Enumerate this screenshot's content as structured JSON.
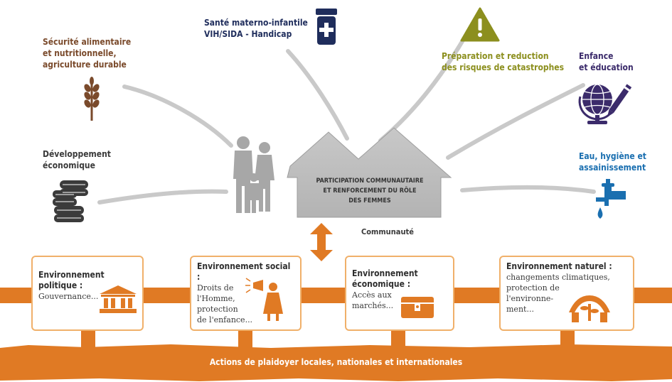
{
  "themes": {
    "food_security": "Sécurité alimentaire\net nutritionnelle,\nagriculture durable",
    "maternal_health_line1": "Santé materno-infantile",
    "maternal_health_line2": "VIH/SIDA - Handicap",
    "disaster_risk": "Préparation et reduction\ndes risques de catastrophes",
    "childhood_education": "Enfance\net éducation",
    "economic_development": "Développement\néconomique",
    "water_sanitation": "Eau, hygiène et\nassainissement"
  },
  "hub": {
    "title": "PARTICIPATION COMMUNAUTAIRE\nET RENFORCEMENT DU RÔLE\nDES FEMMES",
    "community_label": "Communauté"
  },
  "environments": [
    {
      "title": "Environnement\npolitique :",
      "text": "Gouvernance..."
    },
    {
      "title": "Environnement social :",
      "text": "Droits de\nl'Homme,\nprotection\nde l'enfance..."
    },
    {
      "title": "Environnement\néconomique :",
      "text": "Accès aux\nmarchés..."
    },
    {
      "title": "Environnement naturel :",
      "text": "changements climatiques,\nprotection de\nl'environne-\nment..."
    }
  ],
  "advocacy": "Actions de plaidoyer locales, nationales et internationales",
  "colors": {
    "brown": "#7a4a2b",
    "navy": "#1f2d5c",
    "olive": "#8c8f1e",
    "purple": "#3b2b6b",
    "blue": "#1a6fb0",
    "orange": "#e07a24",
    "grey": "#a7a7a7",
    "dark": "#3b3b3b"
  },
  "icons": [
    "wheat-icon",
    "medicine-bottle-icon",
    "warning-triangle-icon",
    "globe-pencil-icon",
    "coins-stack-icon",
    "water-tap-icon",
    "family-silhouette-icon",
    "house-icon",
    "government-building-icon",
    "megaphone-woman-icon",
    "market-chest-icon",
    "nature-hands-icon",
    "double-arrow-icon"
  ]
}
